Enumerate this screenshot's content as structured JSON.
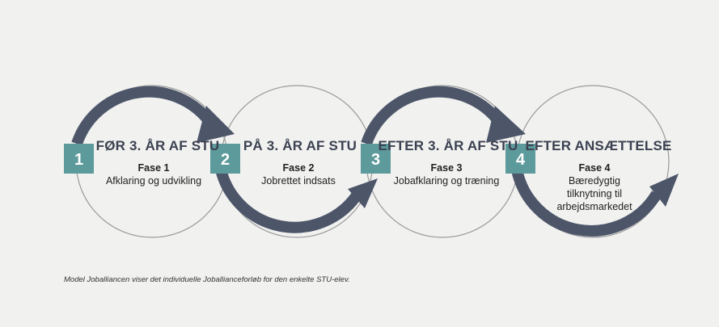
{
  "phases": [
    {
      "number": "1",
      "title": "FØR 3. ÅR AF STU",
      "fase": "Fase 1",
      "desc": [
        "Afklaring og udvikling"
      ]
    },
    {
      "number": "2",
      "title": "PÅ 3. ÅR AF STU",
      "fase": "Fase 2",
      "desc": [
        "Jobrettet indsats"
      ]
    },
    {
      "number": "3",
      "title": "EFTER 3. ÅR AF STU",
      "fase": "Fase 3",
      "desc": [
        "Jobafklaring og træning"
      ]
    },
    {
      "number": "4",
      "title": "EFTER ANSÆTTELSE",
      "fase": "Fase 4",
      "desc": [
        "Bæredygtig",
        "tilknytning til",
        "arbejdsmarkedet"
      ]
    }
  ],
  "caption": "Model Joballiancen viser det individuelle Joballianceforløb for den enkelte STU-elev.",
  "colors": {
    "arrow": "#4d5669",
    "badge": "#5d9a9b",
    "circle": "#9a9a9a",
    "background": "#f1f1f0"
  }
}
